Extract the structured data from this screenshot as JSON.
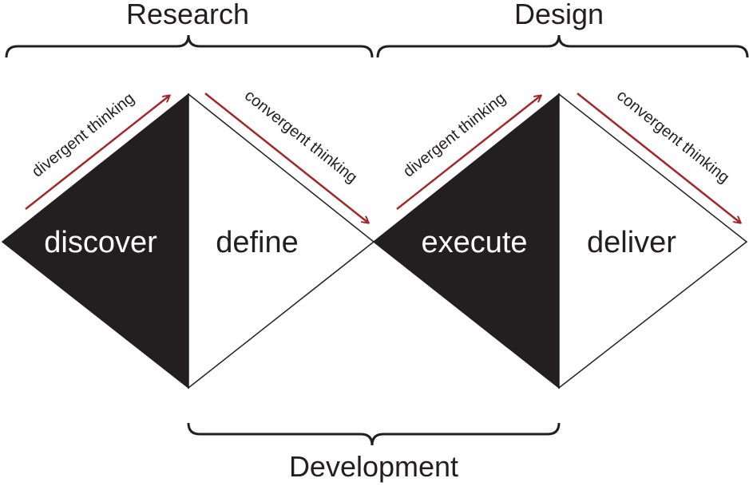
{
  "phases": {
    "research": "Research",
    "design": "Design",
    "development": "Development"
  },
  "stages": {
    "discover": "discover",
    "define": "define",
    "execute": "execute",
    "deliver": "deliver"
  },
  "thinking": {
    "divergent": "divergent thinking",
    "convergent": "convergent thinking"
  },
  "colors": {
    "dark_fill": "#231f20",
    "light_fill": "#ffffff",
    "stroke": "#231f20",
    "arrow": "#a0282d",
    "text_dark": "#231f20",
    "text_light": "#ffffff"
  }
}
